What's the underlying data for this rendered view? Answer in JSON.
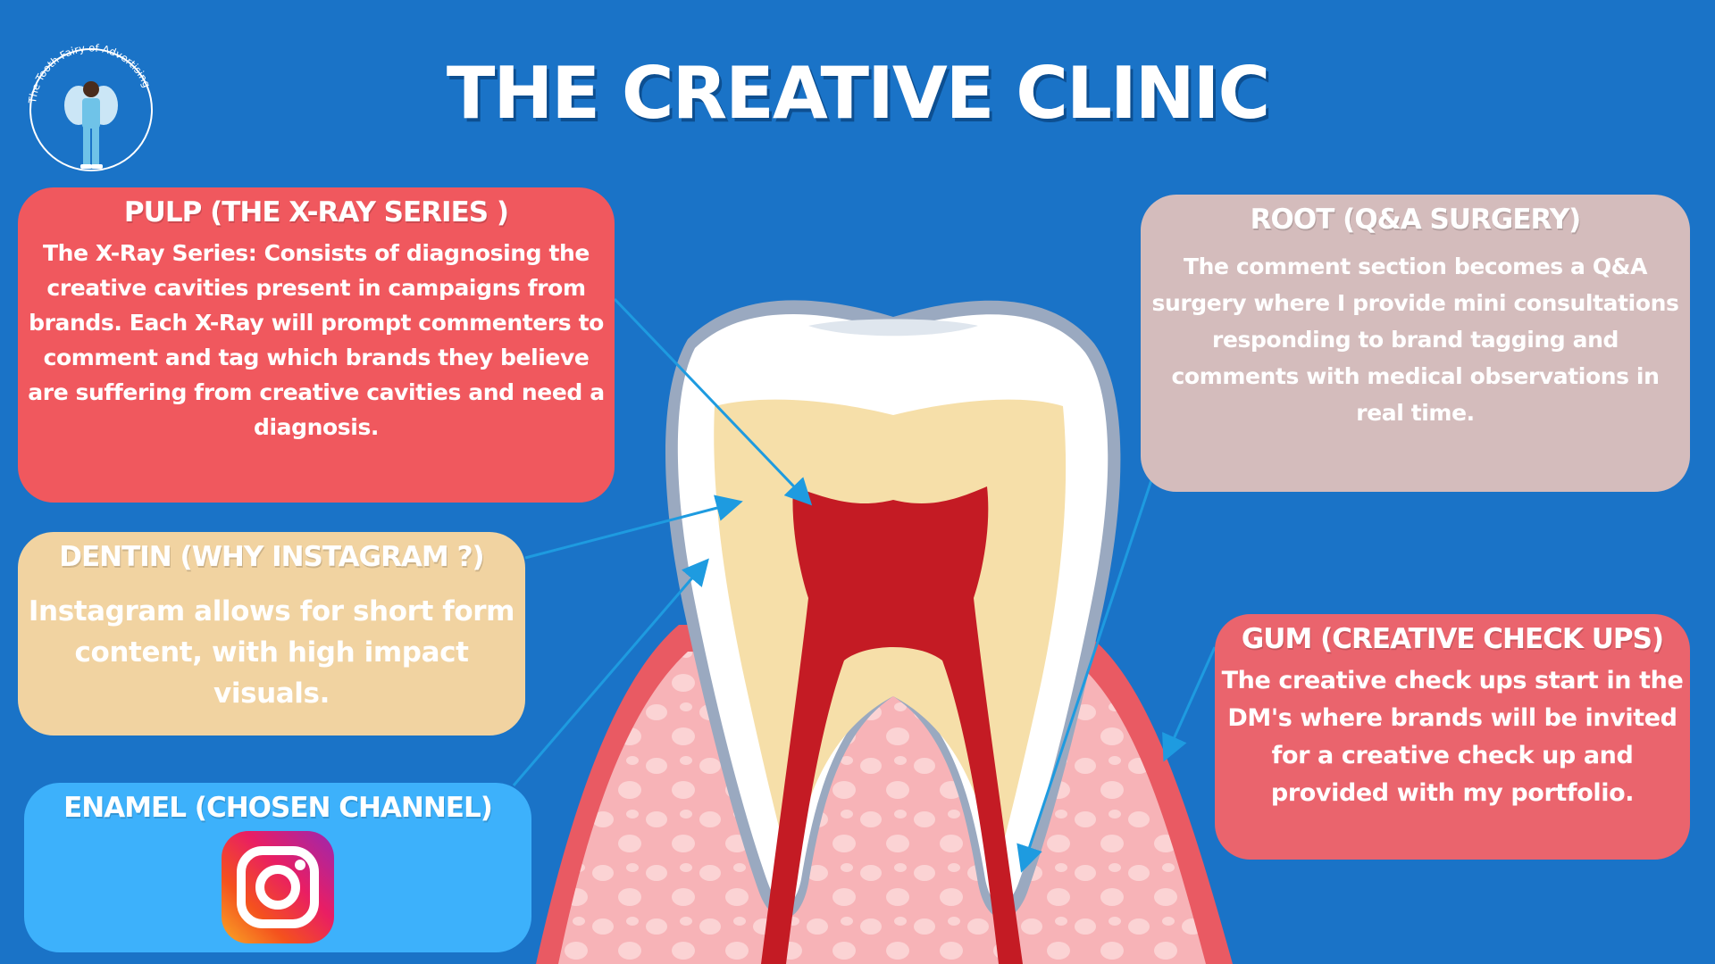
{
  "title": "THE CREATIVE CLINIC",
  "logo": {
    "ring_text": "The Tooth Fairy of Advertising"
  },
  "cards": {
    "pulp": {
      "heading": "PULP  (THE X-RAY SERIES )",
      "body": "The X-Ray Series: Consists of diagnosing the creative cavities present in campaigns from brands. Each X-Ray will prompt commenters to comment and tag which brands they believe are suffering from creative cavities and need a diagnosis."
    },
    "dentin": {
      "heading": "DENTIN  (WHY INSTAGRAM ?)",
      "body": "Instagram allows for short form content, with high impact visuals."
    },
    "enamel": {
      "heading": "ENAMEL  (CHOSEN CHANNEL)",
      "icon": "instagram-icon"
    },
    "root": {
      "heading": "ROOT (Q&A SURGERY)",
      "body": "The comment section becomes a Q&A surgery where I provide mini consultations responding to brand tagging and comments with medical observations in real time."
    },
    "gum": {
      "heading": "GUM (CREATIVE CHECK UPS)",
      "body": "The creative check ups start in the DM's where brands will be invited for a creative check up and provided with my portfolio."
    }
  },
  "colors": {
    "background": "#1a73c7",
    "pulp": "#f0585e",
    "dentin": "#f1d3a1",
    "enamel": "#3db1fb",
    "root": "#d4bcbc",
    "gum": "#ea646d",
    "arrow": "#1e9be0"
  }
}
